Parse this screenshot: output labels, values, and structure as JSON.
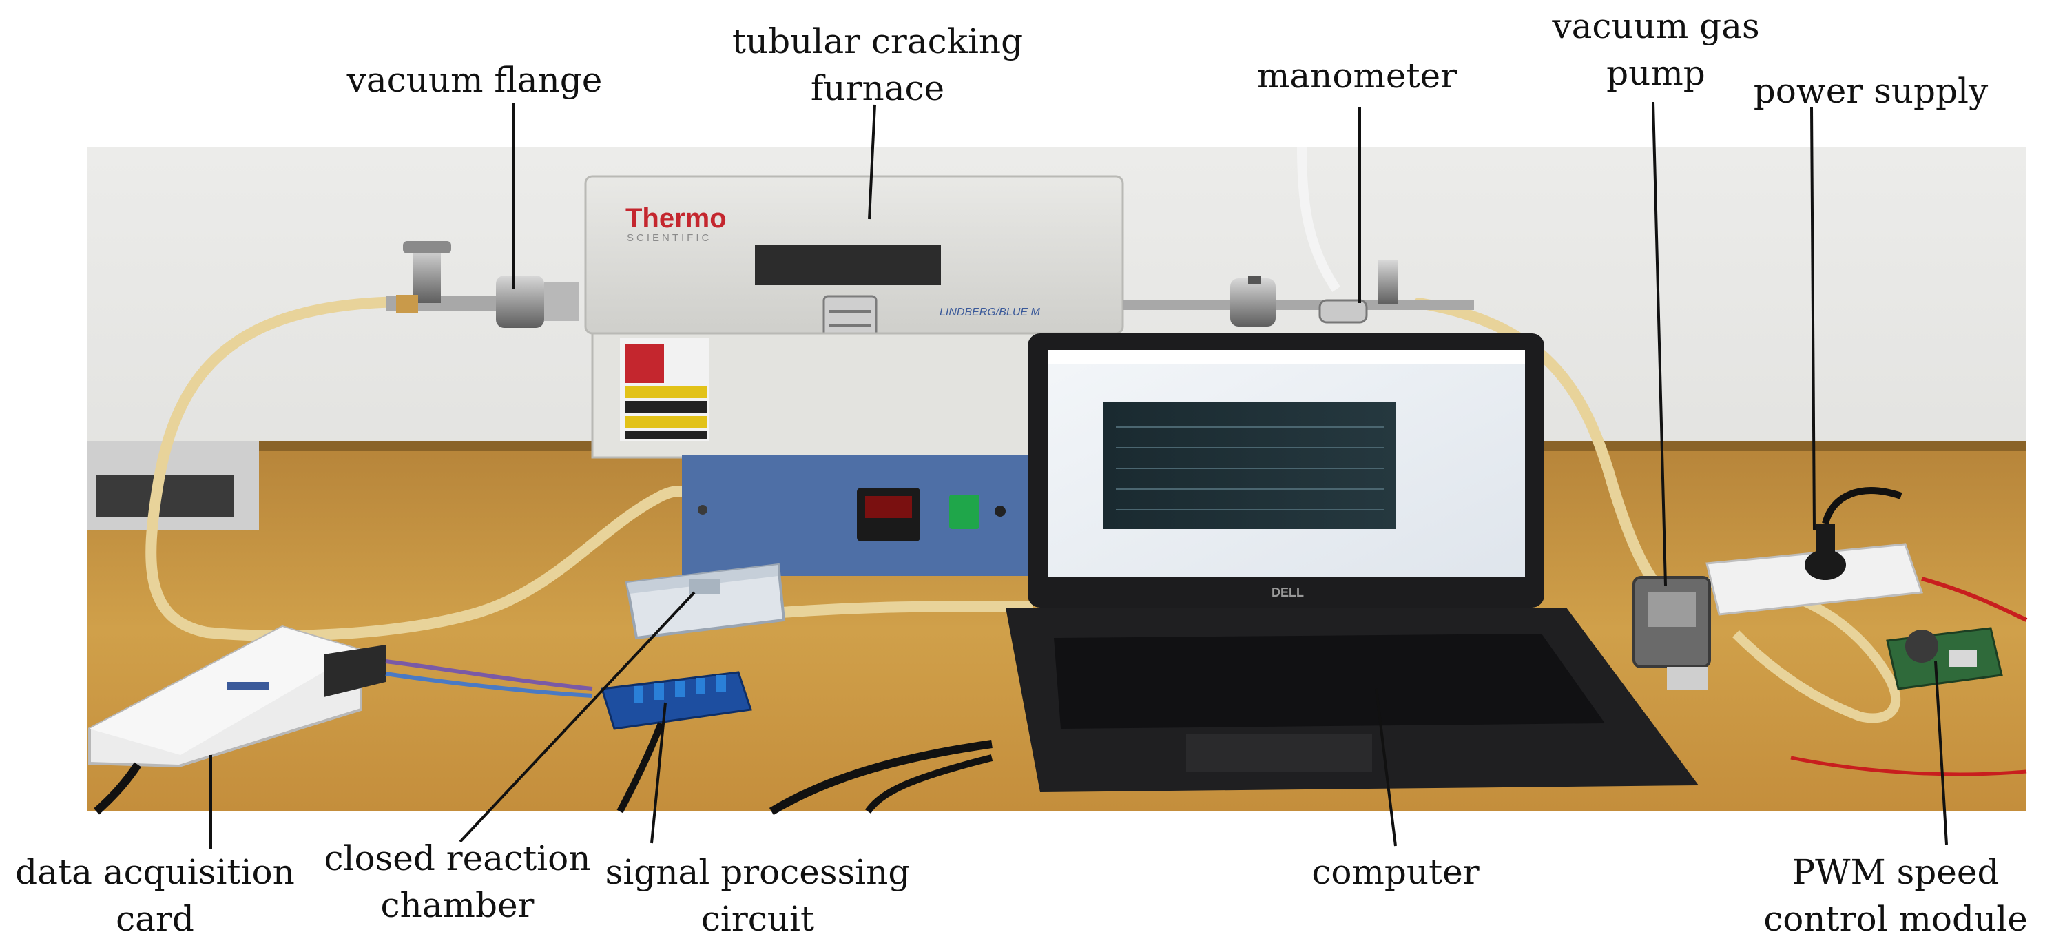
{
  "figure": {
    "labels": {
      "vacuum_flange": [
        "vacuum flange"
      ],
      "tubular_cracking_furnace": [
        "tubular cracking",
        "furnace"
      ],
      "manometer": [
        "manometer"
      ],
      "vacuum_gas_pump": [
        "vacuum gas",
        "pump"
      ],
      "power_supply": [
        "power supply"
      ],
      "data_acquisition_card": [
        "data acquisition",
        "card"
      ],
      "closed_reaction_chamber": [
        "closed reaction",
        "chamber"
      ],
      "signal_processing_circuit": [
        "signal processing",
        "circuit"
      ],
      "computer": [
        "computer"
      ],
      "pwm_speed_control_module": [
        "PWM speed",
        "control module"
      ]
    },
    "furnace_brand": {
      "line1": "Thermo",
      "line2": "SCIENTIFIC",
      "model": "LINDBERG/BLUE M"
    },
    "laptop_brand": "DELL",
    "colors": {
      "wall": "#e6e6e2",
      "bench": "#c8943f",
      "furnace_body": "#dfdfdc",
      "furnace_base": "#4e6fa6",
      "tubing": "#e8d39a",
      "laptop": "#1c1c1e",
      "screen": "#eef2f6",
      "plot": "#1f2f35",
      "brand_red": "#c4262e"
    }
  }
}
